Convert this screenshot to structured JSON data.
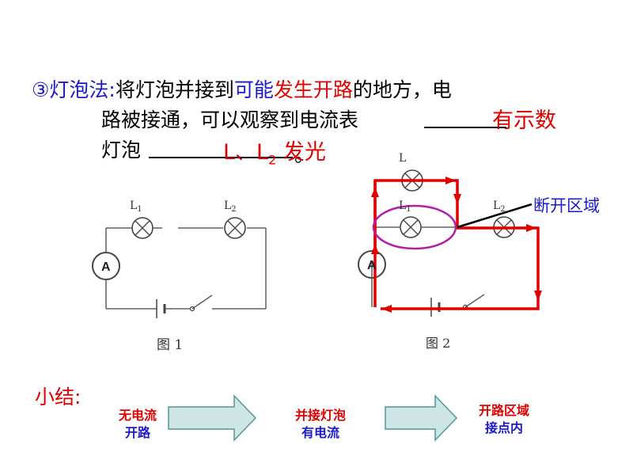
{
  "heading": {
    "marker": "③灯泡法:",
    "text_a": "将灯泡并接到",
    "text_b": "可能",
    "text_c": "发生开路",
    "text_d": "的地方，电",
    "line2": "路被接通，可以观察到电流表",
    "line3": "灯泡"
  },
  "answers": {
    "ammeter": "有示数",
    "bulbs_a": "L、L",
    "bulbs_sub": "2",
    "bulbs_b": "发光"
  },
  "figure1": {
    "caption": "图 1",
    "lamp1": "L",
    "lamp1_sub": "1",
    "lamp2": "L",
    "lamp2_sub": "2",
    "meter": "A"
  },
  "figure2": {
    "caption": "图 2",
    "lampL": "L",
    "lamp1": "L",
    "lamp1_sub": "1",
    "lamp2": "L",
    "lamp2_sub": "2",
    "meter": "A",
    "region_label": "断开区域"
  },
  "summary": {
    "title": "小结:",
    "step1": [
      "无电流",
      "开路"
    ],
    "step2": [
      "并接灯泡",
      "有电流"
    ],
    "step3": [
      "开路区域",
      "接点内"
    ]
  },
  "colors": {
    "highlight_red": "#e00000",
    "text_blue": "#1a1acc",
    "ellipse": "#b01fa8",
    "arrow_fill": "#cfe4e4",
    "arrow_stroke": "#4f9a96"
  }
}
